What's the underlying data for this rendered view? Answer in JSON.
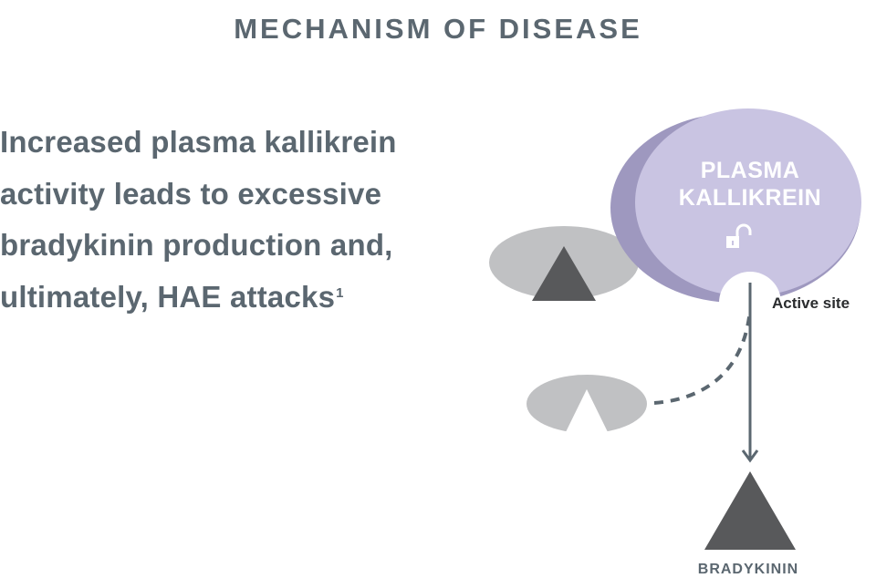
{
  "header": {
    "title": "MECHANISM OF DISEASE"
  },
  "headline": {
    "lines": [
      "Increased plasma kallikrein",
      "activity leads to excessive",
      "bradykinin production and,",
      "ultimately, HAE attacks"
    ],
    "footnote_ref": "1"
  },
  "diagram": {
    "enzyme": {
      "label_line1": "PLASMA",
      "label_line2": "KALLIKREIN",
      "icon": "unlocked-padlock-icon",
      "color_main": "#c9c4e2",
      "color_shadow": "#9e98bf"
    },
    "active_site_label": "Active site",
    "product_label": "BRADYKININ",
    "substrate_color": "#c0c1c3",
    "triangle_color": "#58595b",
    "arrow_color": "#5b6770"
  }
}
